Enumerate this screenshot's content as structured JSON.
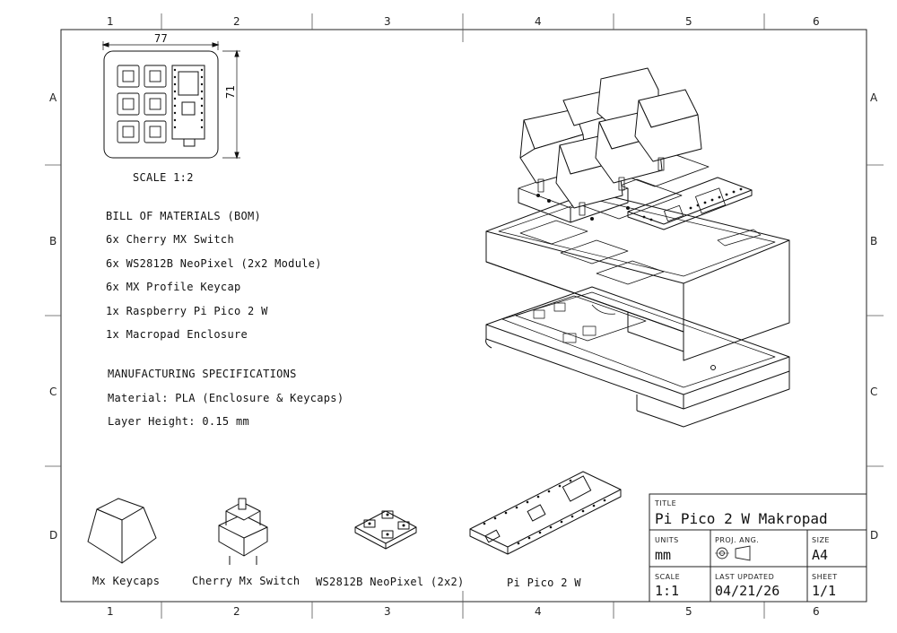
{
  "zones": {
    "columns": [
      "1",
      "2",
      "3",
      "4",
      "5",
      "6"
    ],
    "rows": [
      "A",
      "B",
      "C",
      "D"
    ]
  },
  "dimension": {
    "width": "77",
    "height": "71"
  },
  "scale_label": "SCALE 1:2",
  "bom": {
    "heading": "BILL OF MATERIALS (BOM)",
    "items": [
      "6x Cherry MX Switch",
      "6x WS2812B NeoPixel (2x2 Module)",
      "6x MX Profile Keycap",
      "1x Raspberry Pi Pico 2 W",
      "1x Macropad Enclosure"
    ]
  },
  "specs": {
    "heading": "MANUFACTURING SPECIFICATIONS",
    "items": [
      "Material: PLA (Enclosure & Keycaps)",
      "Layer Height: 0.15 mm"
    ]
  },
  "parts": [
    "Mx Keycaps",
    "Cherry Mx Switch",
    "WS2812B NeoPixel (2x2)",
    "Pi Pico 2 W"
  ],
  "title_block": {
    "title_label": "TITLE",
    "title": "Pi Pico 2 W Makropad",
    "units_label": "UNITS",
    "units": "mm",
    "proj_label": "PROJ. ANG.",
    "size_label": "SIZE",
    "size": "A4",
    "scale_label": "SCALE",
    "scale": "1:1",
    "updated_label": "LAST UPDATED",
    "updated": "04/21/26",
    "sheet_label": "SHEET",
    "sheet": "1/1"
  }
}
